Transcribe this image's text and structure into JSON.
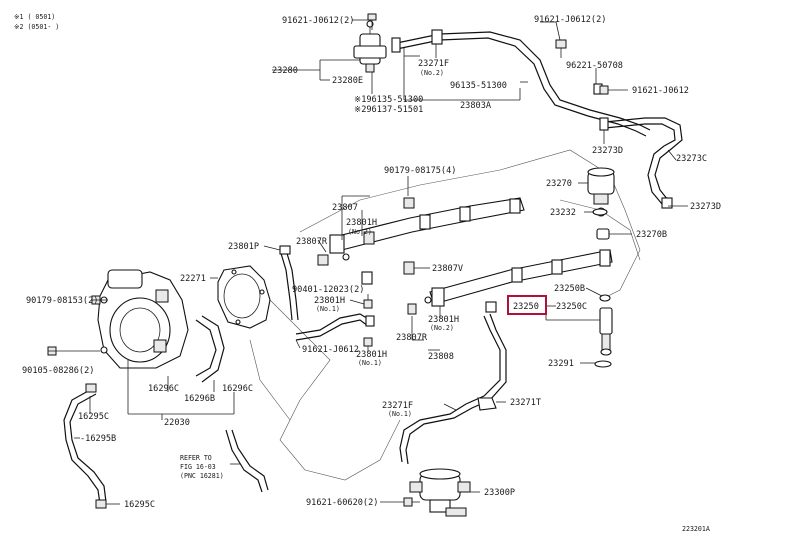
{
  "header_notes": [
    "※1 (         0501)",
    "※2 (0501-        )"
  ],
  "figure_id": "223201A",
  "highlight_color": "#b0103a",
  "highlighted_part": "23250",
  "labels": {
    "l_91621_top_left": "91621-J0612(2)",
    "l_91621_top_right": "91621-J0612(2)",
    "l_23280": "23280",
    "l_23280E": "23280E",
    "l_23271F_top": "23271F",
    "l_no2_top": "(No.2)",
    "l_96135_top": "96135-51300",
    "l_96221": "96221-50708",
    "l_91621_right": "91621-J0612",
    "l_196135": "※196135-51300",
    "l_296137": "※296137-51501",
    "l_23803A": "23803A",
    "l_23273D_a": "23273D",
    "l_23273C": "23273C",
    "l_90179_top": "90179-08175(4)",
    "l_23270": "23270",
    "l_23807": "23807",
    "l_23801H_a": "23801H",
    "l_no2_b": "(No.2)",
    "l_23232": "23232",
    "l_23273D_b": "23273D",
    "l_23807R_a": "23807R",
    "l_23270B": "23270B",
    "l_23801P": "23801P",
    "l_23807V": "23807V",
    "l_22271": "22271",
    "l_90401": "90401-12023(2)",
    "l_23250B": "23250B",
    "l_23801H_b": "23801H",
    "l_no1_a": "(No.1)",
    "l_23250": "23250",
    "l_23250C": "23250C",
    "l_90179_left": "90179-08153(2)",
    "l_23801H_c": "23801H",
    "l_no2_c": "(No.2)",
    "l_23807R_b": "23807R",
    "l_91621_mid": "91621-J0612",
    "l_23801H_d": "23801H",
    "l_no1_b": "(No.1)",
    "l_23808": "23808",
    "l_23291": "23291",
    "l_90105": "90105-08286(2)",
    "l_16296C_a": "16296C",
    "l_16296C_b": "16296C",
    "l_16296B": "16296B",
    "l_16295C_a": "16295C",
    "l_22030": "22030",
    "l_23271F_b": "23271F",
    "l_no1_c": "(No.1)",
    "l_23271T": "23271T",
    "l_16295B": "-16295B",
    "l_refer": "REFER TO",
    "l_fig": "FIG 16-03",
    "l_pno": "(PNC 16281)",
    "l_91621_60620": "91621-60620(2)",
    "l_23300P": "23300P",
    "l_16295C_b": "16295C"
  }
}
